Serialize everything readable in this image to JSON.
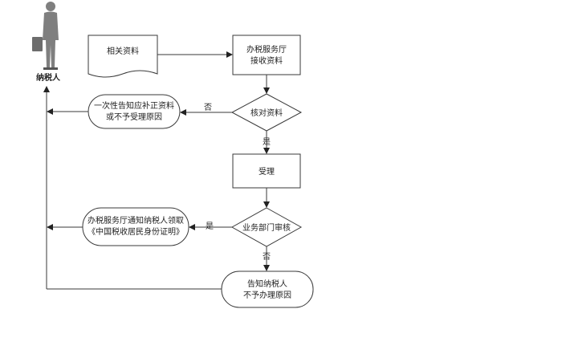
{
  "actor": {
    "label": "纳税人",
    "icon": "person-silhouette-icon"
  },
  "nodes": {
    "materials": "相关资料",
    "hall_receive": [
      "办税服务厅",
      "接收资料"
    ],
    "check": "核对资料",
    "notify_supplement": [
      "一次性告知应补正资料",
      "或不予受理原因"
    ],
    "accept": "受理",
    "review": "业务部门审核",
    "notify_collect": [
      "办税服务厅通知纳税人领取",
      "《中国税收居民身份证明》"
    ],
    "notify_reject": [
      "告知纳税人",
      "不予办理原因"
    ]
  },
  "edge_labels": {
    "check_no": "否",
    "check_yes": "是",
    "review_yes": "是",
    "review_no": "否"
  }
}
